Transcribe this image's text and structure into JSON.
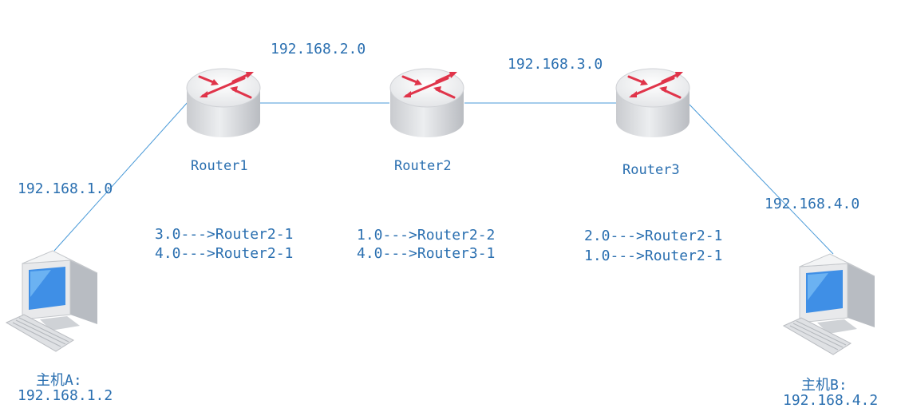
{
  "networks": {
    "net1": "192.168.1.0",
    "net2": "192.168.2.0",
    "net3": "192.168.3.0",
    "net4": "192.168.4.0"
  },
  "routers": [
    {
      "name": "Router1",
      "routes": [
        "3.0--->Router2-1",
        "4.0--->Router2-1"
      ]
    },
    {
      "name": "Router2",
      "routes": [
        "1.0--->Router2-2",
        "4.0--->Router3-1"
      ]
    },
    {
      "name": "Router3",
      "routes": [
        "2.0--->Router2-1",
        "1.0--->Router2-1"
      ]
    }
  ],
  "hosts": {
    "a": {
      "title": "主机A:",
      "ip": "192.168.1.2"
    },
    "b": {
      "title": "主机B:",
      "ip": "192.168.4.2"
    }
  },
  "colors": {
    "link": "#4a9ad8",
    "label": "#2a6fb0",
    "router_arrow": "#e0344a"
  }
}
